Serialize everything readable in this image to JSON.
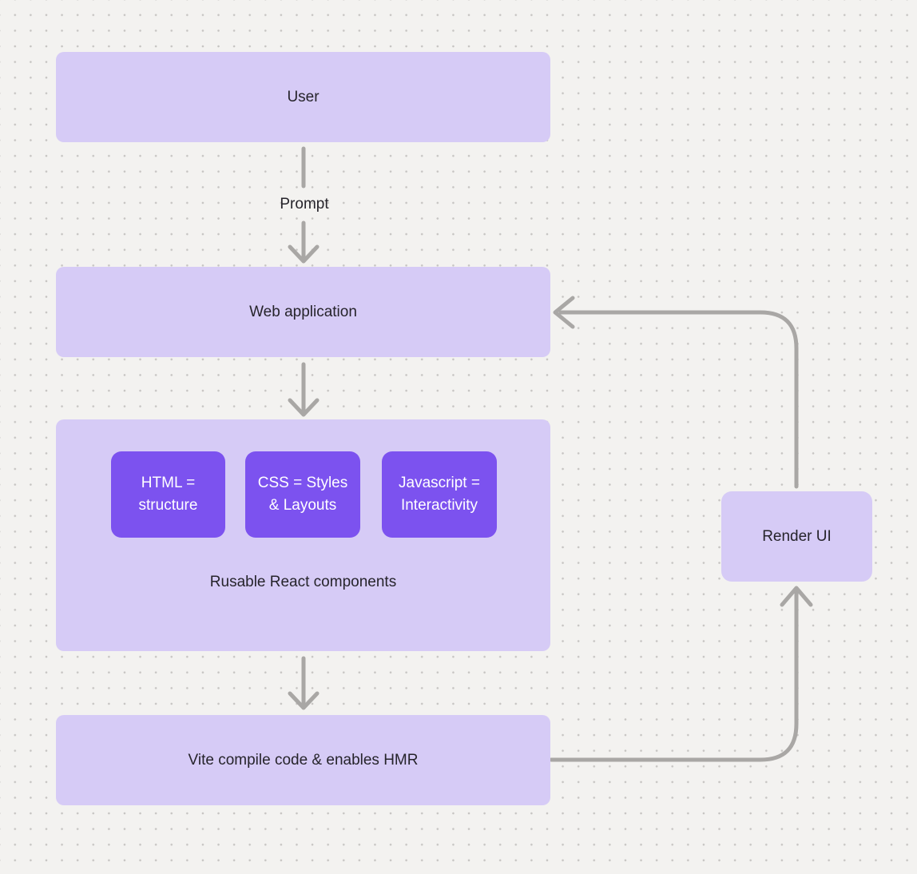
{
  "diagram": {
    "colors": {
      "background": "#f3f2f0",
      "dot_grid": "#c6c4c2",
      "node_fill": "#d6cbf6",
      "chip_fill": "#7c52ef",
      "chip_text": "#ffffff",
      "arrow": "#a9a7a5",
      "text": "#26242b"
    },
    "nodes": {
      "user": {
        "label": "User"
      },
      "web_application": {
        "label": "Web application"
      },
      "components_group": {
        "caption": "Rusable React components",
        "children": [
          {
            "line1": "HTML =",
            "line2": "structure"
          },
          {
            "line1": "CSS = Styles",
            "line2": "& Layouts"
          },
          {
            "line1": "Javascript =",
            "line2": "Interactivity"
          }
        ]
      },
      "vite": {
        "label": "Vite compile code & enables HMR"
      },
      "render_ui": {
        "label": "Render UI"
      }
    },
    "edges": {
      "prompt_label": "Prompt"
    }
  }
}
